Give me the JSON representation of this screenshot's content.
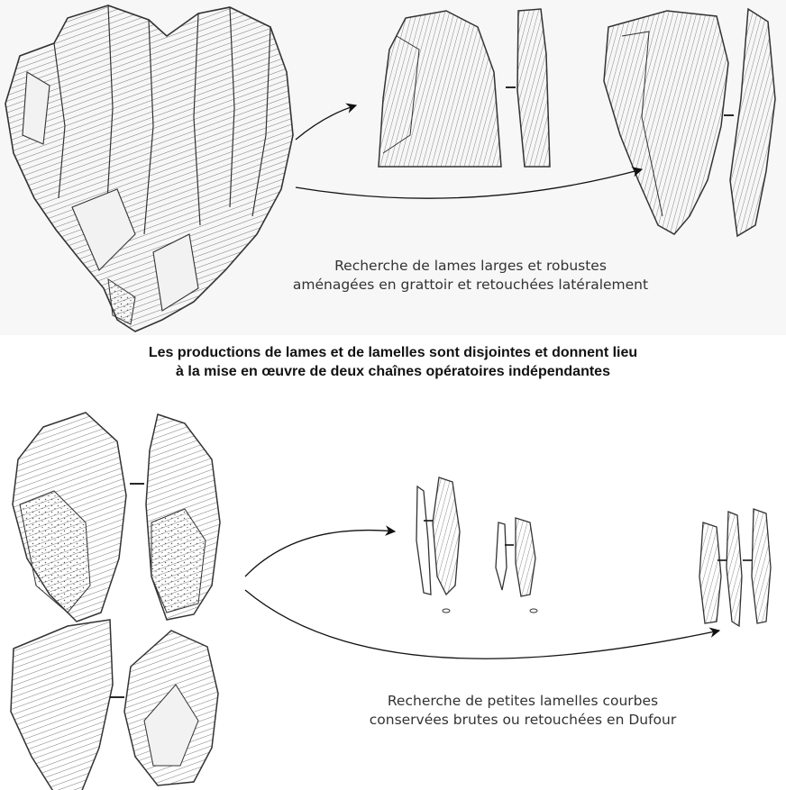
{
  "figure": {
    "top_caption": {
      "line1": "Recherche de lames larges et robustes",
      "line2": "aménagées en grattoir et retouchées latéralement"
    },
    "middle_statement": {
      "line1": "Les productions de lames et de lamelles sont disjointes et donnent lieu",
      "line2": "à la mise en œuvre de deux chaînes opératoires indépendantes"
    },
    "bottom_caption": {
      "line1": "Recherche de petites lamelles courbes",
      "line2": "conservées brutes ou retouchées en Dufour"
    },
    "colors": {
      "ink": "#333333",
      "hatch": "#555555",
      "top_panel_background": "#f7f7f7"
    },
    "icons": [
      "arrow-icon",
      "blade-core-drawing",
      "scraper-drawing",
      "bladelet-drawing",
      "bladelet-core-drawing"
    ]
  }
}
